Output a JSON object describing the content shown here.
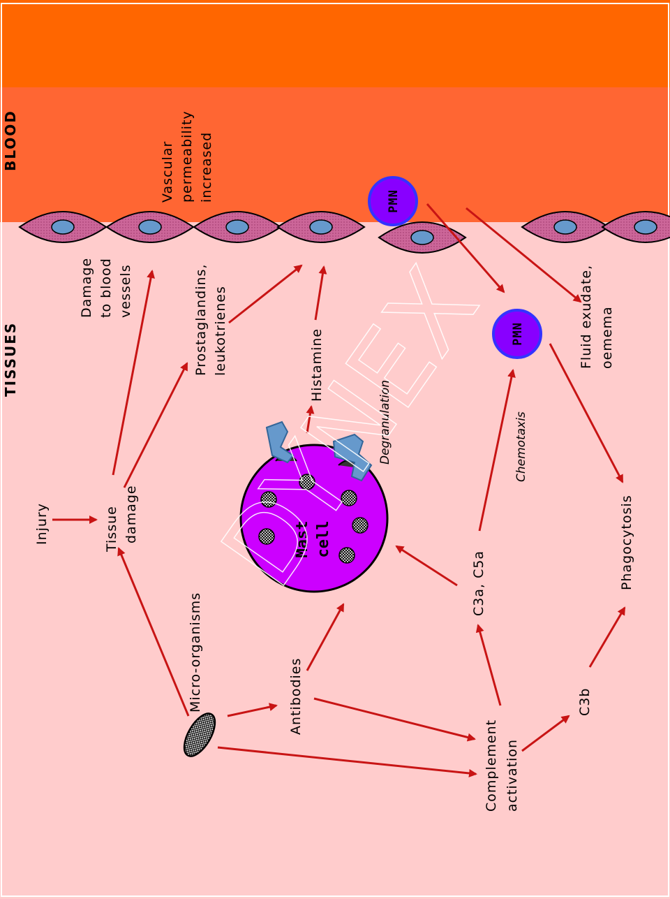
{
  "diagram": {
    "regions": {
      "blood_label": "BLOOD",
      "tissues_label": "TISSUES"
    },
    "nodes": {
      "injury": "Injury",
      "tissue_damage": [
        "Tissue",
        "damage"
      ],
      "micro_organisms": "Micro-organisms",
      "damage_to_blood_vessels": [
        "Damage",
        "to blood",
        "vessels"
      ],
      "vascular_permeability": [
        "Vascular",
        "permeability",
        "increased"
      ],
      "prostaglandins": [
        "Prostaglandins,",
        "leukotrienes"
      ],
      "histamine": "Histamine",
      "degranulation": "Degranulation",
      "mast_cell": [
        "Mast",
        "cell"
      ],
      "antibodies": "Antibodies",
      "complement_activation": [
        "Complement",
        "activation"
      ],
      "c3a_c5a": "C3a, C5a",
      "chemotaxis": "Chemotaxis",
      "pmn_blood": "PMN",
      "pmn_tissue": "PMN",
      "fluid_exudate": [
        "Fluid exudate,",
        "oemema"
      ],
      "c3b": "C3b",
      "phagocytosis": "Phagocytosis"
    },
    "watermark": "DYNEX",
    "colors": {
      "blood_dark": "#ff6600",
      "blood_light": "#ff6633",
      "tissue": "#ffcccc",
      "arrow": "#c81414",
      "mast_cell": "#cc00ff",
      "pmn": "#8800ff",
      "pmn_ring": "#3333ff",
      "endothelial": "#cc6699",
      "nucleus": "#6699cc",
      "receptor": "#6699cc"
    },
    "icons": [
      "micro-organism-icon",
      "endothelial-cell-icon",
      "mast-cell-icon",
      "pmn-cell-icon",
      "ige-receptor-icon"
    ]
  }
}
